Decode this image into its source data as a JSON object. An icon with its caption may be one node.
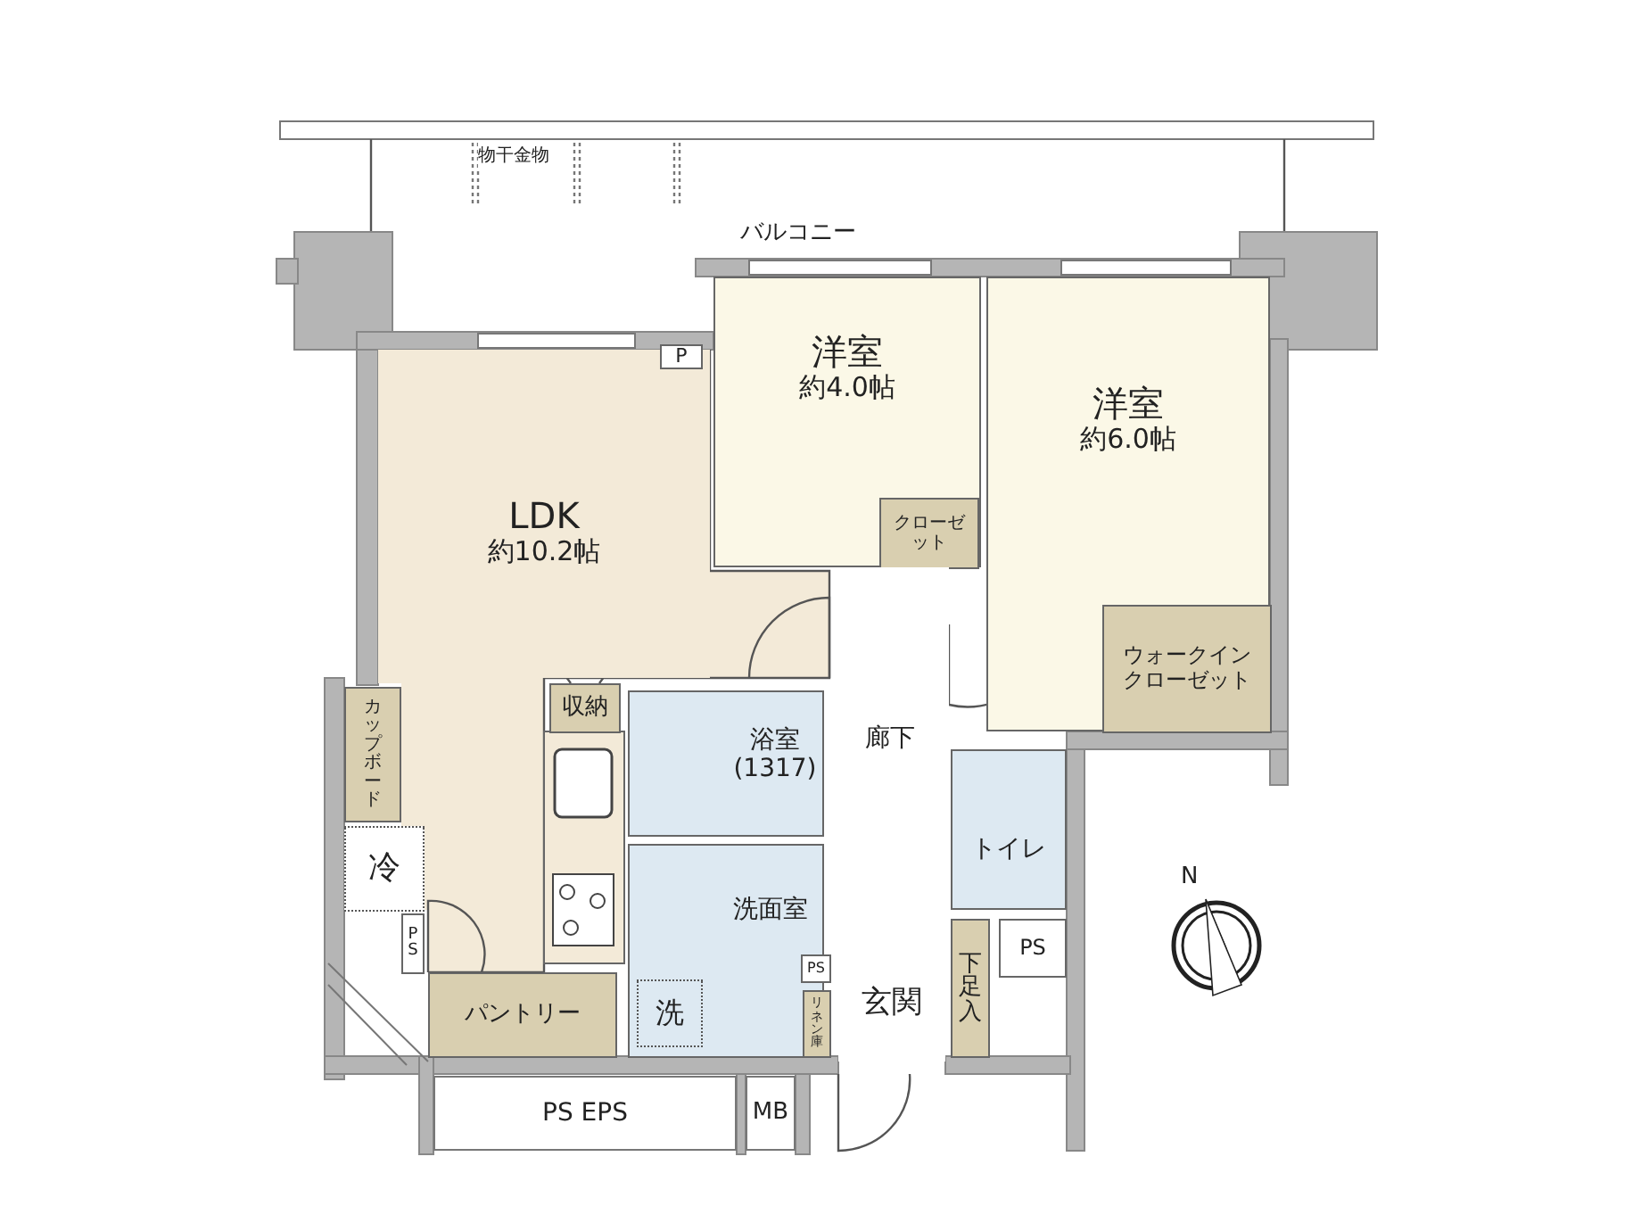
{
  "diagram": {
    "nodes": [
      {
        "text": [
          "バルコニー"
        ]
      },
      {
        "text": [
          "洋室",
          "約4.0帖"
        ]
      },
      {
        "text": [
          "洋室",
          "約6.0帖"
        ]
      },
      {
        "text": [
          "P"
        ],
        "in": 4
      },
      {
        "text": [
          "LDK",
          "約10.2帖"
        ]
      },
      {
        "text": [
          "クローゼット"
        ],
        "in": 1
      },
      {
        "text": [
          "廊下"
        ]
      },
      {
        "text": [
          "ウォークインクローゼット"
        ],
        "in": 2
      },
      {
        "text": [
          "収納"
        ]
      },
      {
        "text": [
          "浴室",
          "(1317)"
        ]
      },
      {
        "text": [
          "カップボード"
        ]
      },
      {
        "text": [
          "トイレ"
        ]
      },
      {
        "text": [
          "冷"
        ]
      },
      {
        "text": [
          "洗面室"
        ]
      },
      {
        "text": [
          "PS"
        ]
      },
      {
        "text": [
          "PS"
        ]
      },
      {
        "text": [
          "リネン庫"
        ]
      },
      {
        "text": [
          "下足入"
        ]
      },
      {
        "text": [
          "PS"
        ]
      },
      {
        "text": [
          "パントリー"
        ]
      },
      {
        "text": [
          "洗"
        ],
        "in": 13
      },
      {
        "text": [
          "玄関"
        ]
      },
      {
        "text": [
          "PS EPS"
        ]
      },
      {
        "text": [
          "MB"
        ]
      }
    ],
    "labels": [
      "物干金物",
      "N"
    ]
  }
}
